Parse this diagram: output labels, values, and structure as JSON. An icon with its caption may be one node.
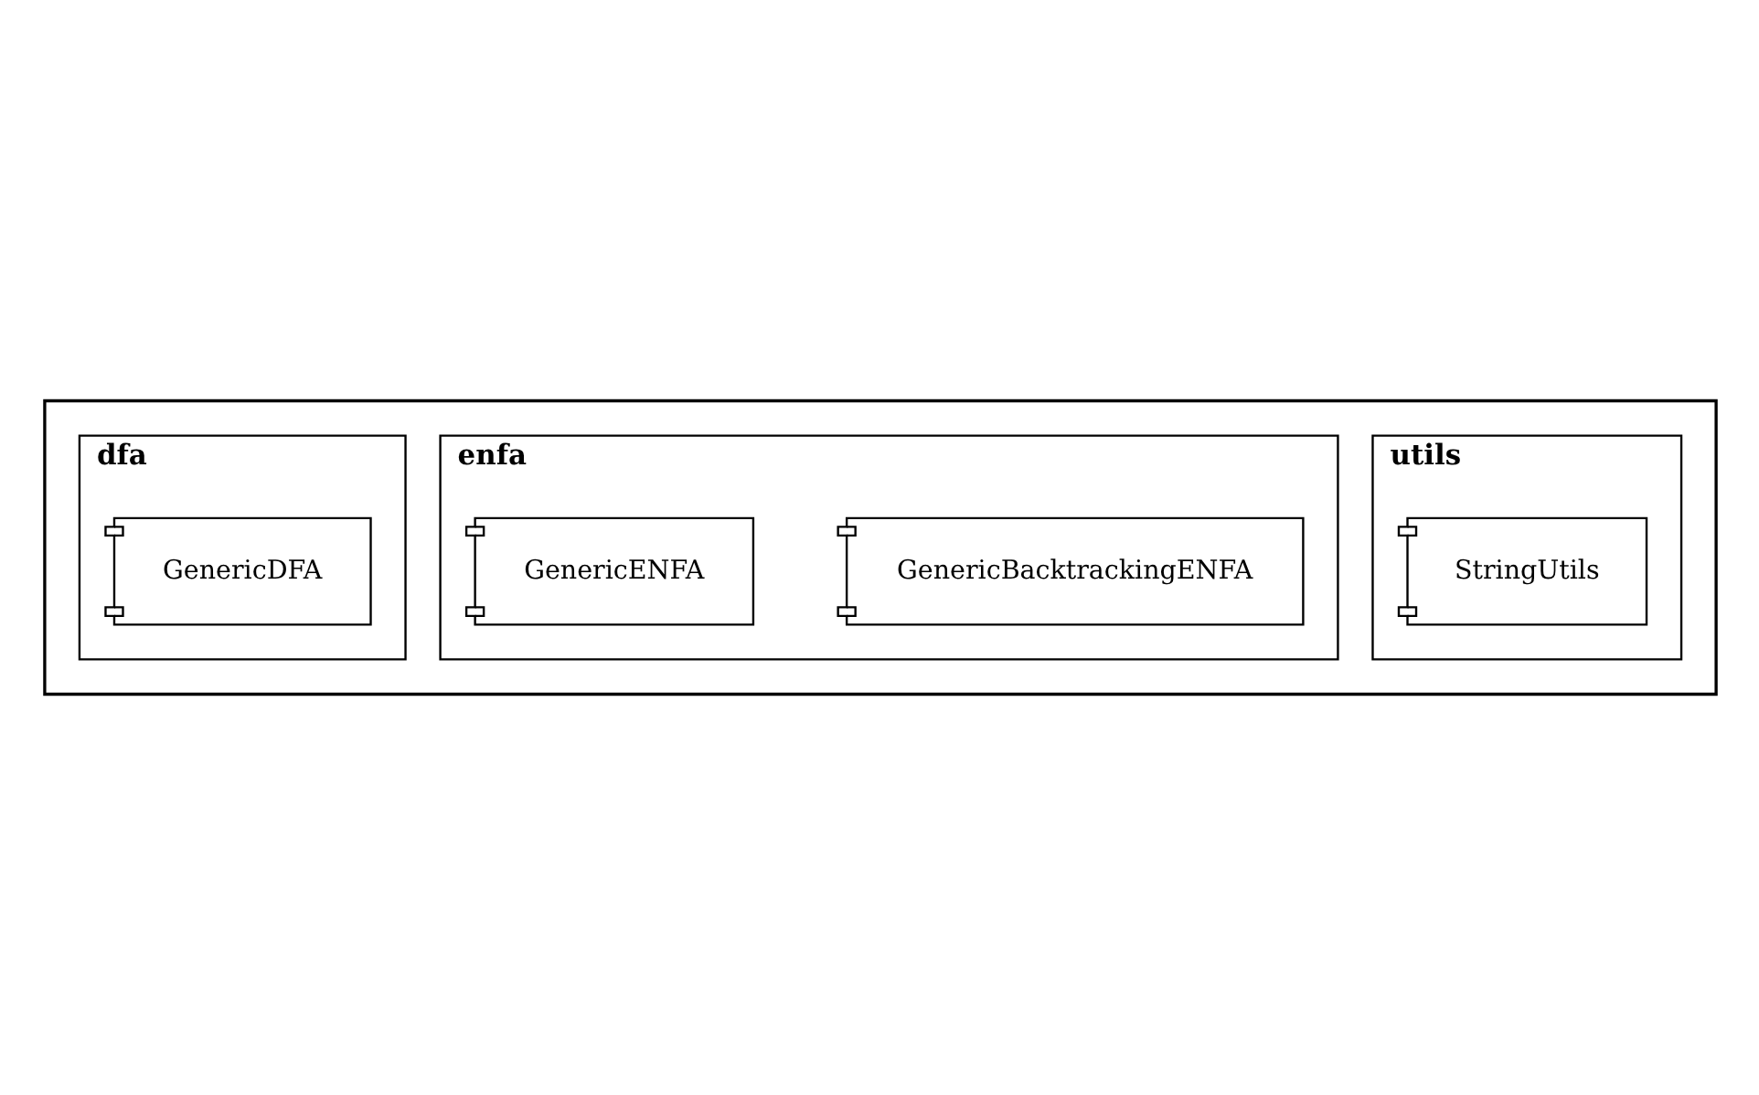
{
  "diagram": {
    "nodes": [
      {
        "text": [],
        "shape": "folder"
      },
      {
        "text": [
          "dfa"
        ],
        "in": 0
      },
      {
        "text": [
          "GenericDFA"
        ],
        "in": 1
      },
      {
        "text": [
          "enfa"
        ],
        "in": 0
      },
      {
        "text": [
          "GenericENFA"
        ],
        "in": 3
      },
      {
        "text": [
          "GenericBacktrackingENFA"
        ],
        "in": 3
      },
      {
        "text": [
          "utils"
        ],
        "in": 0
      },
      {
        "text": [
          "StringUtils"
        ],
        "in": 6
      }
    ]
  }
}
